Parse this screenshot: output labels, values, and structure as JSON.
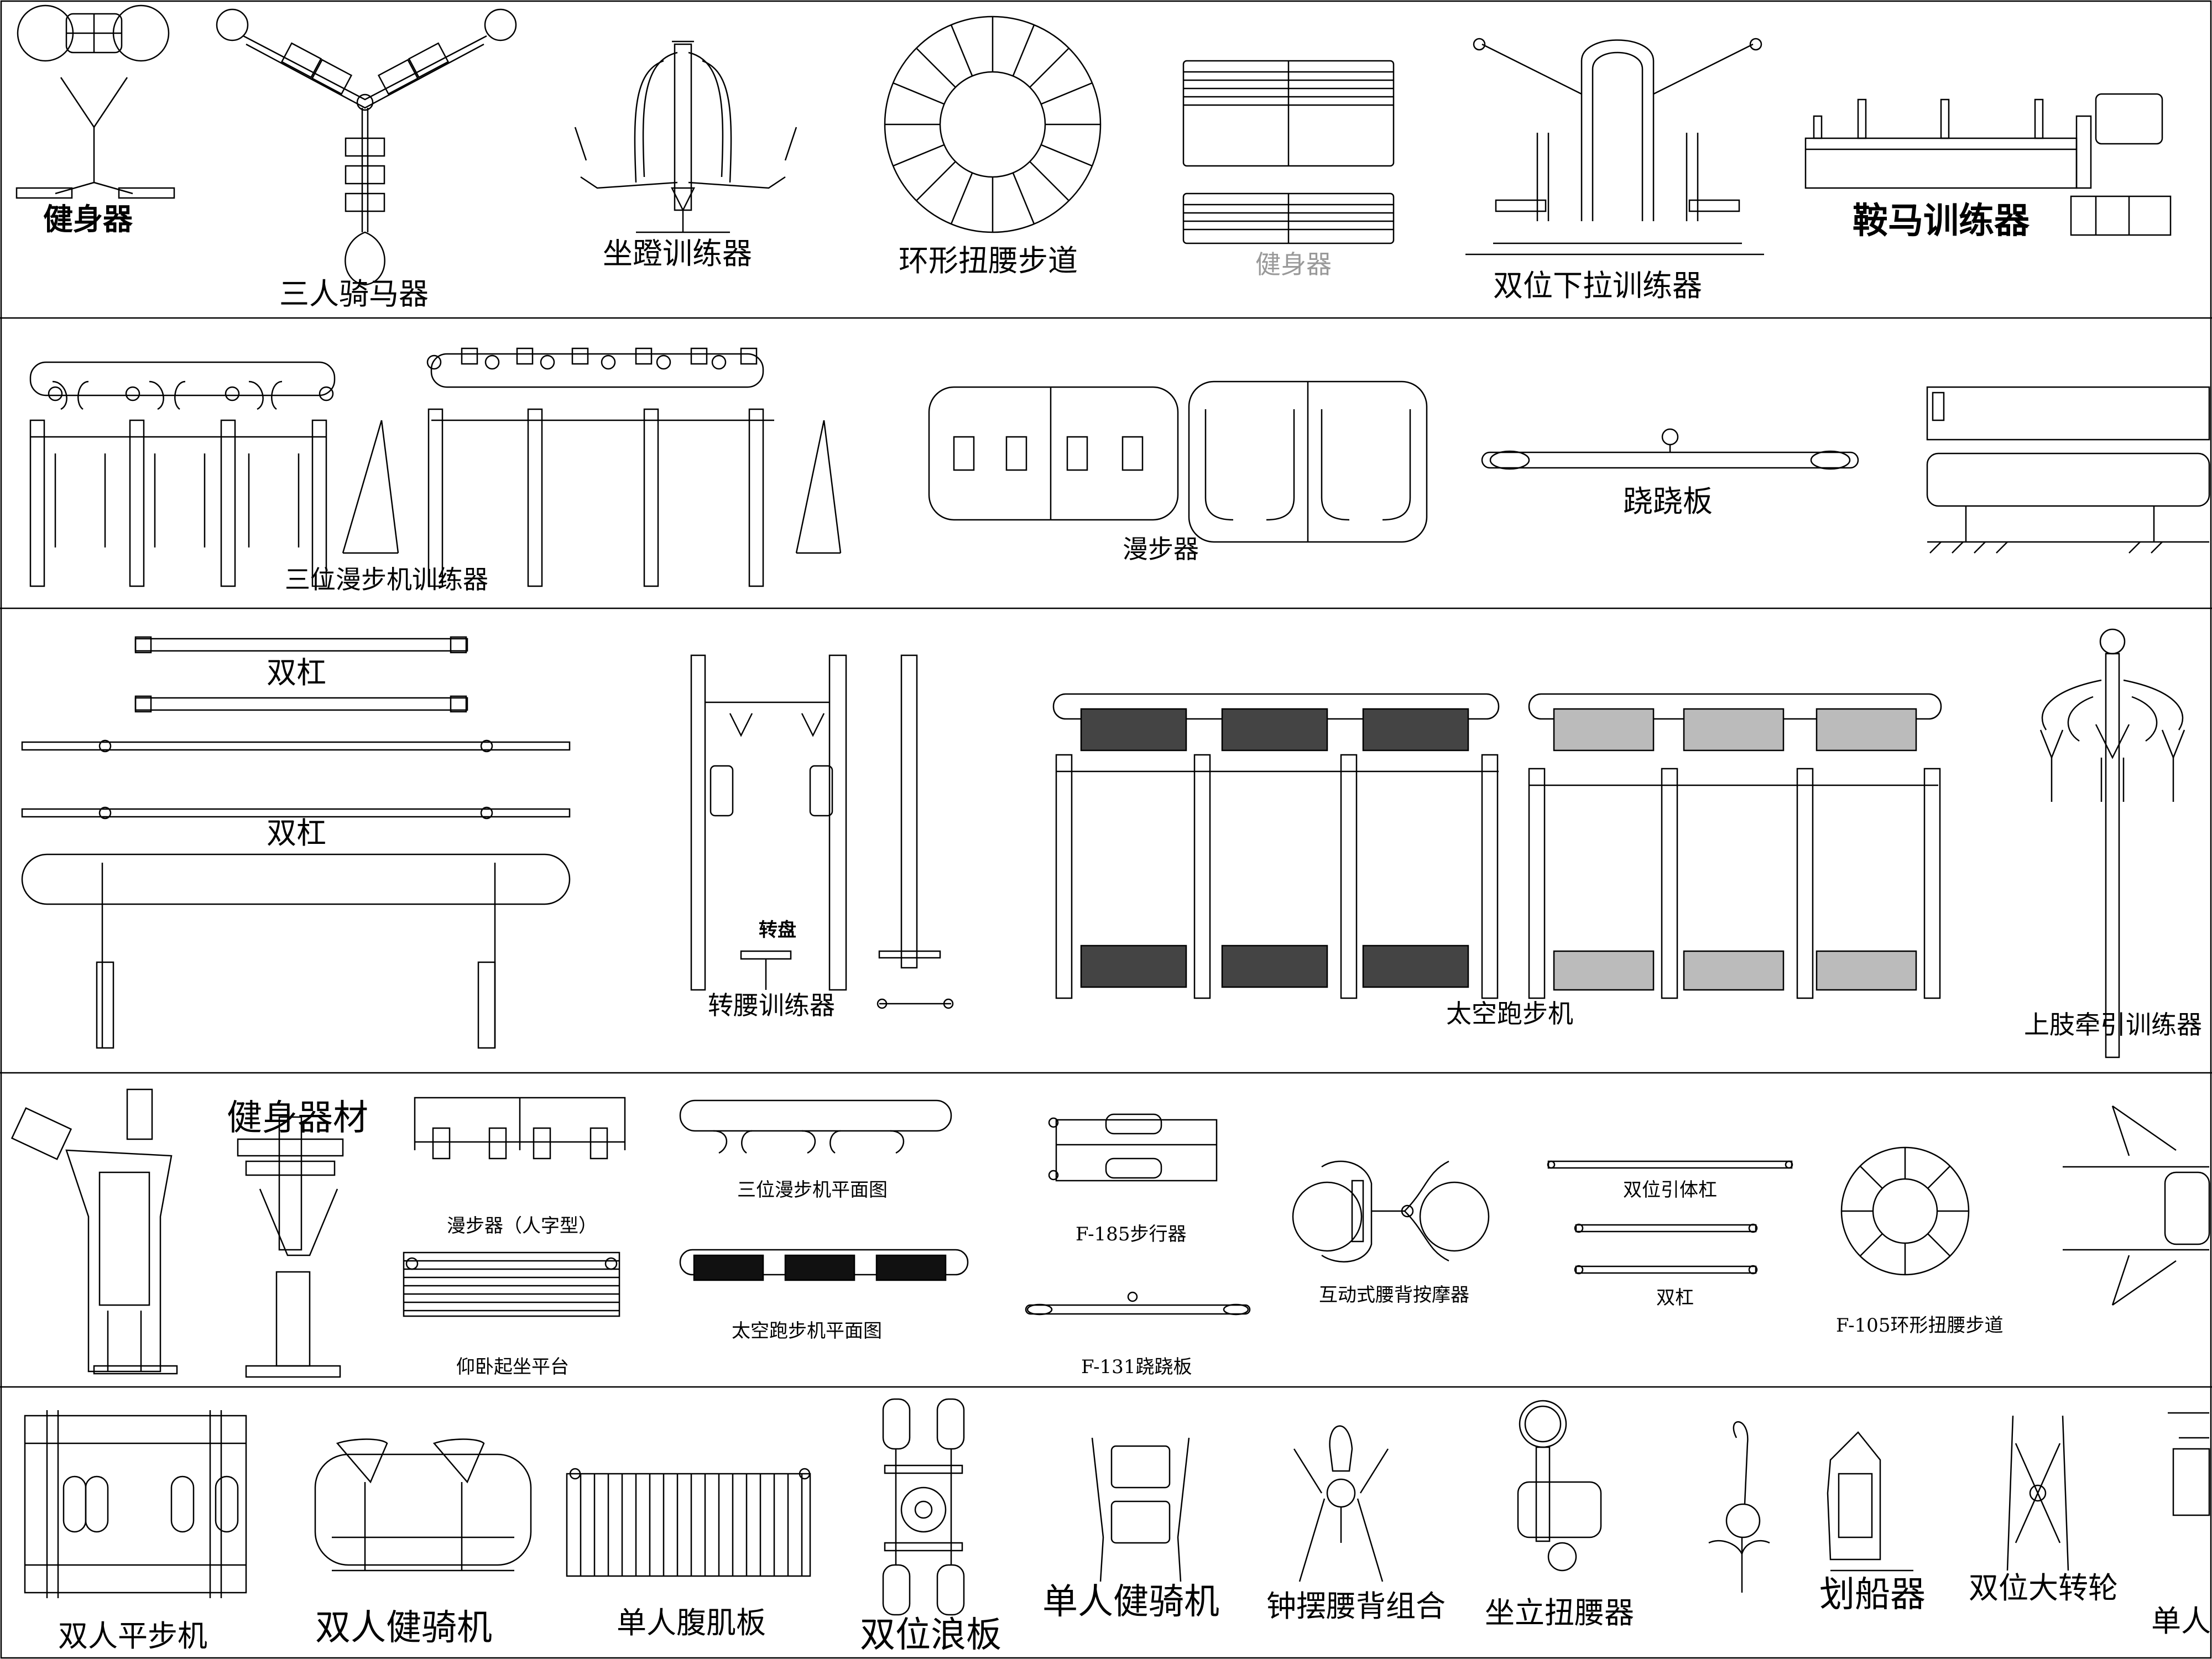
{
  "labels": {
    "jianshenqi": "健身器",
    "sanren_qima": "三人骑马器",
    "zuodeng": "坐蹬训练器",
    "huanxing": "环形扭腰步道",
    "jianshenqi_2": "健身器",
    "shuangwei_xiala": "双位下拉训练器",
    "anma": "鞍马训练器",
    "sanwei_manbu": "三位漫步机训练器",
    "manbuqi": "漫步器",
    "qiaoqiaoban": "跷跷板",
    "shuanggang_1": "双杠",
    "shuanggang_2": "双杠",
    "zhuanpan": "转盘",
    "zhuanyao": "转腰训练器",
    "taikong": "太空跑步机",
    "shangzhi": "上肢牵引训练器",
    "jianshen_qicai": "健身器材",
    "manbu_renzi": "漫步器（人字型）",
    "sanwei_pingmian": "三位漫步机平面图",
    "f185": "F-185步行器",
    "hudong": "互动式腰背按摩器",
    "shuangwei_yinti": "双位引体杠",
    "shuanggang_3": "双杠",
    "f105": "F-105环形扭腰步道",
    "yangwo": "仰卧起坐平台",
    "taikong_pingmian": "太空跑步机平面图",
    "f131": "F-131跷跷板",
    "shuangren_pingbu": "双人平步机",
    "shuangren_jianqi": "双人健骑机",
    "danren_fuji": "单人腹肌板",
    "shuangwei_langban": "双位浪板",
    "danren_jianqi": "单人健骑机",
    "zhongbai": "钟摆腰背组合",
    "zuoli_niuyao": "坐立扭腰器",
    "huachuan": "划船器",
    "shuangwei_dazhuanlun": "双位大转轮",
    "danren_cut": "单人"
  }
}
